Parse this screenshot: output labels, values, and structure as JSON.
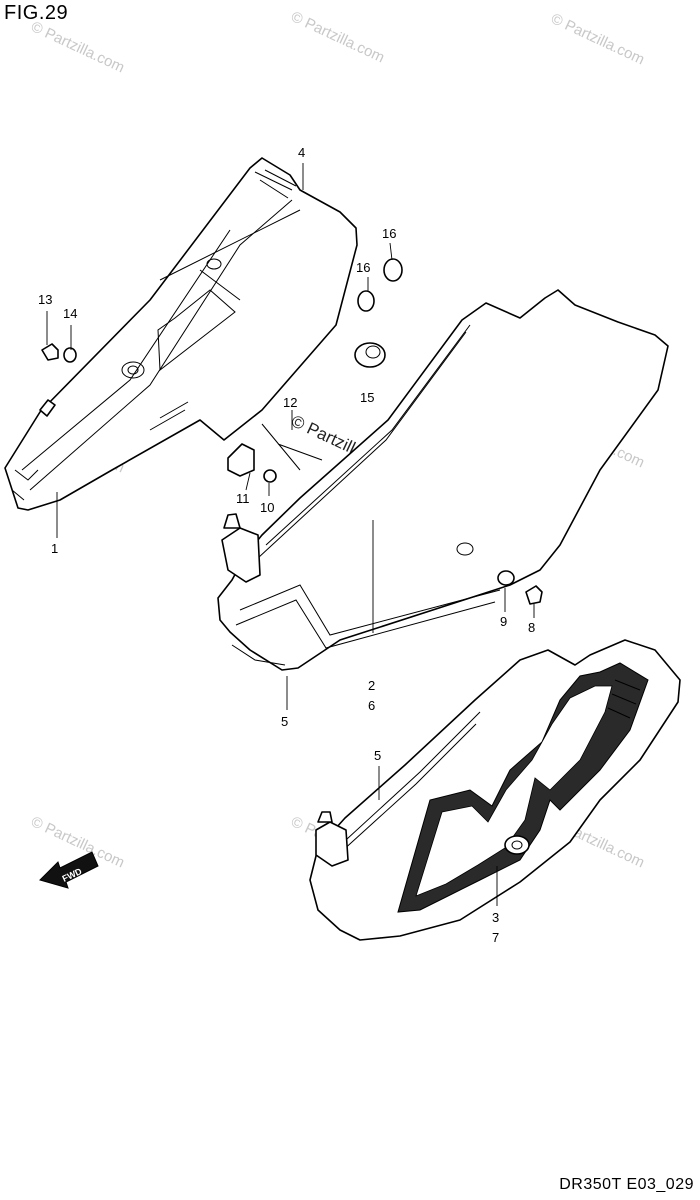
{
  "figure": {
    "title": "FIG.29",
    "code": "DR350T E03_029"
  },
  "watermark": {
    "text": "Partzilla.com",
    "copyright": "©"
  },
  "direction_arrow": {
    "label": "FWD"
  },
  "callouts": [
    "1",
    "2",
    "6",
    "3",
    "7",
    "4",
    "5",
    "5",
    "8",
    "9",
    "10",
    "11",
    "12",
    "13",
    "14",
    "15",
    "16",
    "16"
  ]
}
